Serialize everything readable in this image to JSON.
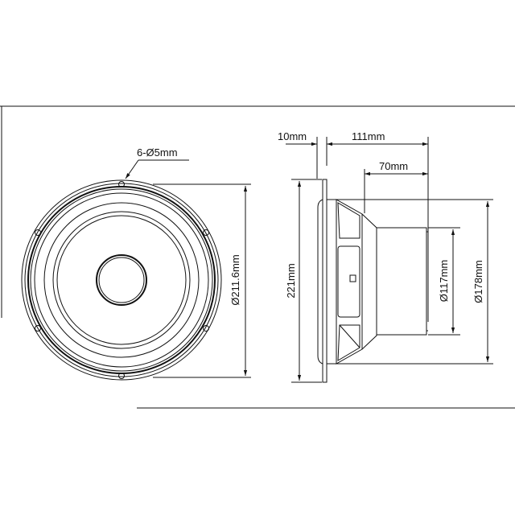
{
  "front_view": {
    "mounting_holes_label": "6-Ø5mm",
    "outer_diameter_label": "Ø211.6mm"
  },
  "side_view": {
    "flange_thickness_label": "10mm",
    "total_depth_label": "111mm",
    "magnet_depth_label": "70mm",
    "overall_height_label": "221mm",
    "magnet_diameter_label": "Ø117mm",
    "basket_diameter_label": "Ø178mm"
  },
  "colors": {
    "line": "#111111",
    "background": "#ffffff"
  }
}
